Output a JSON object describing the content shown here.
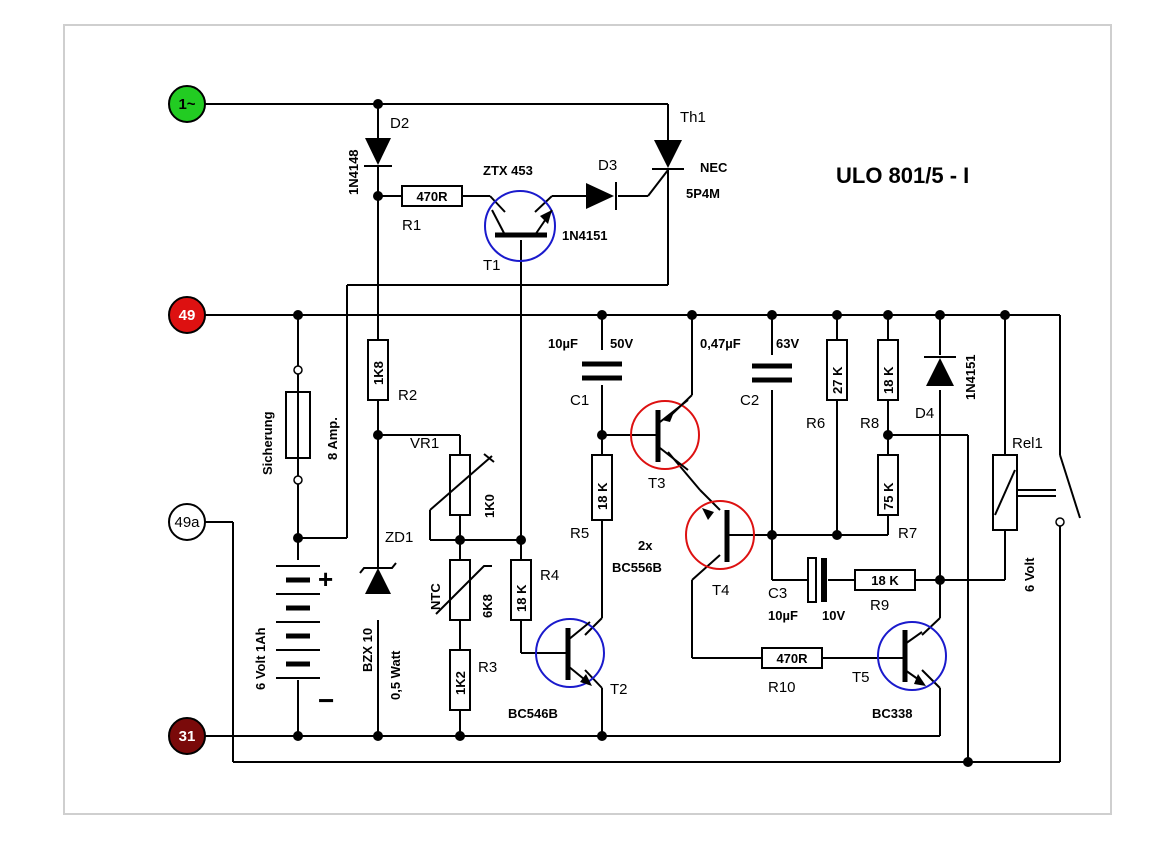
{
  "title": "ULO 801/5 - I",
  "terminals": {
    "t1": "1~",
    "t49": "49",
    "t49a": "49a",
    "t31": "31"
  },
  "components": {
    "D2": {
      "ref": "D2",
      "value": "1N4148"
    },
    "R1": {
      "ref": "R1",
      "value": "470R"
    },
    "T1": {
      "ref": "T1",
      "value": "ZTX 453"
    },
    "D3": {
      "ref": "D3",
      "value": "1N4151"
    },
    "Th1": {
      "ref": "Th1",
      "value1": "NEC",
      "value2": "5P4M"
    },
    "R2": {
      "ref": "R2",
      "value": "1K8"
    },
    "VR1": {
      "ref": "VR1",
      "value": "1K0"
    },
    "NTC": {
      "ref": "NTC",
      "value": "6K8"
    },
    "R3": {
      "ref": "R3",
      "value": "1K2"
    },
    "ZD1": {
      "ref": "ZD1",
      "value1": "BZX 10",
      "value2": "0,5 Watt"
    },
    "R4": {
      "ref": "R4",
      "value": "18 K"
    },
    "T2": {
      "ref": "T2",
      "value": "BC546B"
    },
    "C1": {
      "ref": "C1",
      "value1": "10µF",
      "value2": "50V"
    },
    "R5": {
      "ref": "R5",
      "value": "18 K"
    },
    "T3": {
      "ref": "T3"
    },
    "T4": {
      "ref": "T4",
      "value1": "2x",
      "value2": "BC556B"
    },
    "C2": {
      "ref": "C2",
      "value1": "0,47µF",
      "value2": "63V"
    },
    "R6": {
      "ref": "R6",
      "value": "27 K"
    },
    "R8": {
      "ref": "R8",
      "value": "18 K"
    },
    "R7": {
      "ref": "R7",
      "value": "75 K"
    },
    "C3": {
      "ref": "C3",
      "value1": "10µF",
      "value2": "10V"
    },
    "R9": {
      "ref": "R9",
      "value": "18 K"
    },
    "R10": {
      "ref": "R10",
      "value": "470R"
    },
    "T5": {
      "ref": "T5",
      "value": "BC338"
    },
    "D4": {
      "ref": "D4",
      "value": "1N4151"
    },
    "Rel1": {
      "ref": "Rel1",
      "value": "6 Volt"
    },
    "fuse": {
      "value1": "Sicherung",
      "value2": "8 Amp."
    },
    "battery": {
      "value": "6 Volt 1Ah",
      "plus": "+",
      "minus": "−"
    }
  },
  "colors": {
    "terminal_1": "#22cc22",
    "terminal_49": "#dd1111",
    "terminal_31": "#7a0a0a",
    "transistor_npn": "#1a1acc",
    "transistor_pnp": "#dd1111"
  }
}
